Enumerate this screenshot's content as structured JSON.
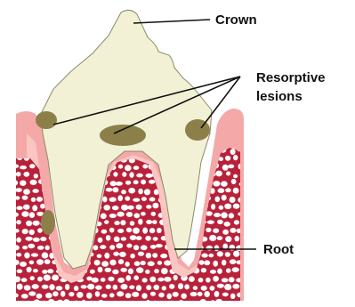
{
  "labels": {
    "crown": "Crown",
    "lesions_line1": "Resorptive",
    "lesions_line2": "lesions",
    "root": "Root"
  },
  "colors": {
    "tooth": "#f2f1d6",
    "tooth_outline": "#8a8a6c",
    "gum_outer": "#f4a8a8",
    "gum_inner": "#f9c6c2",
    "bone": "#b8213a",
    "bone_cell": "#ffffff",
    "lesion": "#8c7f4a",
    "line": "#111111"
  }
}
